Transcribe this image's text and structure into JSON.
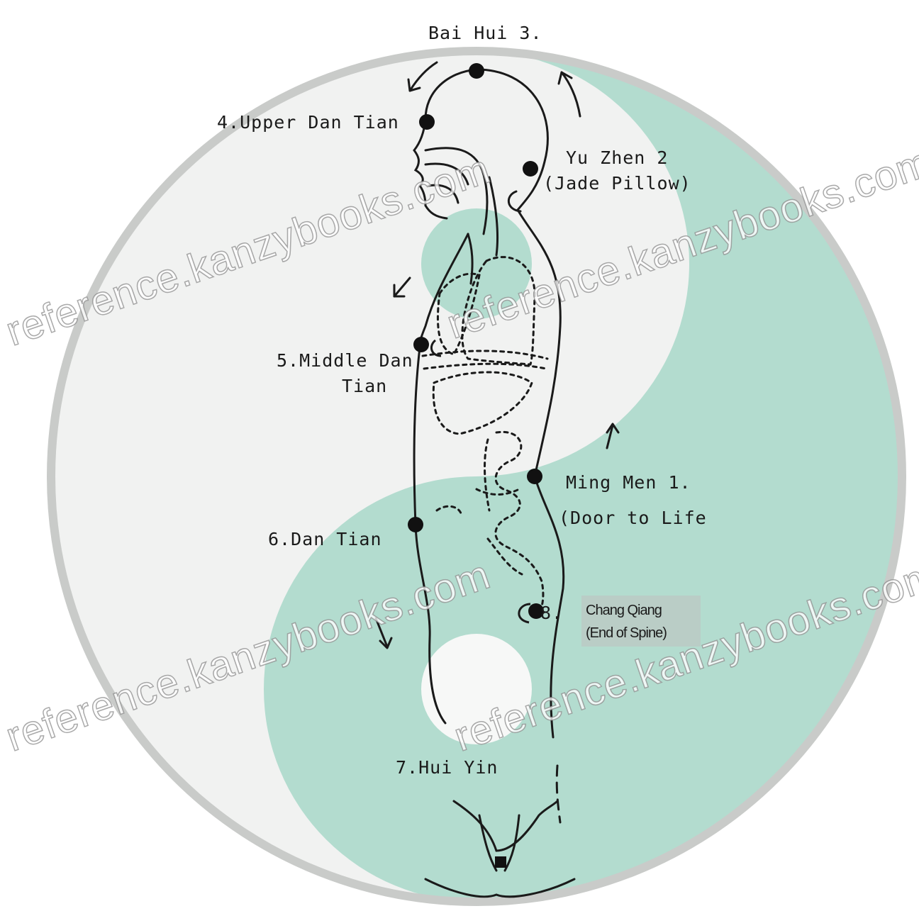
{
  "colors": {
    "background": "#ffffff",
    "light_half": "#f1f2f1",
    "teal_half": "#b3dccf",
    "ring": "#c9cbc9",
    "ink": "#1a1a1a",
    "label_box": "#bfc1bf"
  },
  "labels": {
    "bai_hui": "Bai Hui 3.",
    "upper_dan_tian": "4.Upper Dan Tian",
    "yu_zhen_line1": "Yu Zhen 2",
    "yu_zhen_line2": "(Jade Pillow)",
    "middle_dan_tian_line1": "5.Middle Dan",
    "middle_dan_tian_line2": "Tian",
    "ming_men_line1": "Ming Men 1.",
    "ming_men_line2": "(Door to Life",
    "dan_tian": "6.Dan Tian",
    "chang_qiang_number": "8.",
    "chang_qiang_line1": "Chang Qiang",
    "chang_qiang_line2": "(End of Spine)",
    "hui_yin": "7.Hui Yin"
  },
  "watermark": {
    "text": "reference.kanzybooks.com"
  },
  "icons": {
    "background": "yin-yang-symbol",
    "points": "acupoint-dot",
    "flow": "flow-arrow"
  }
}
